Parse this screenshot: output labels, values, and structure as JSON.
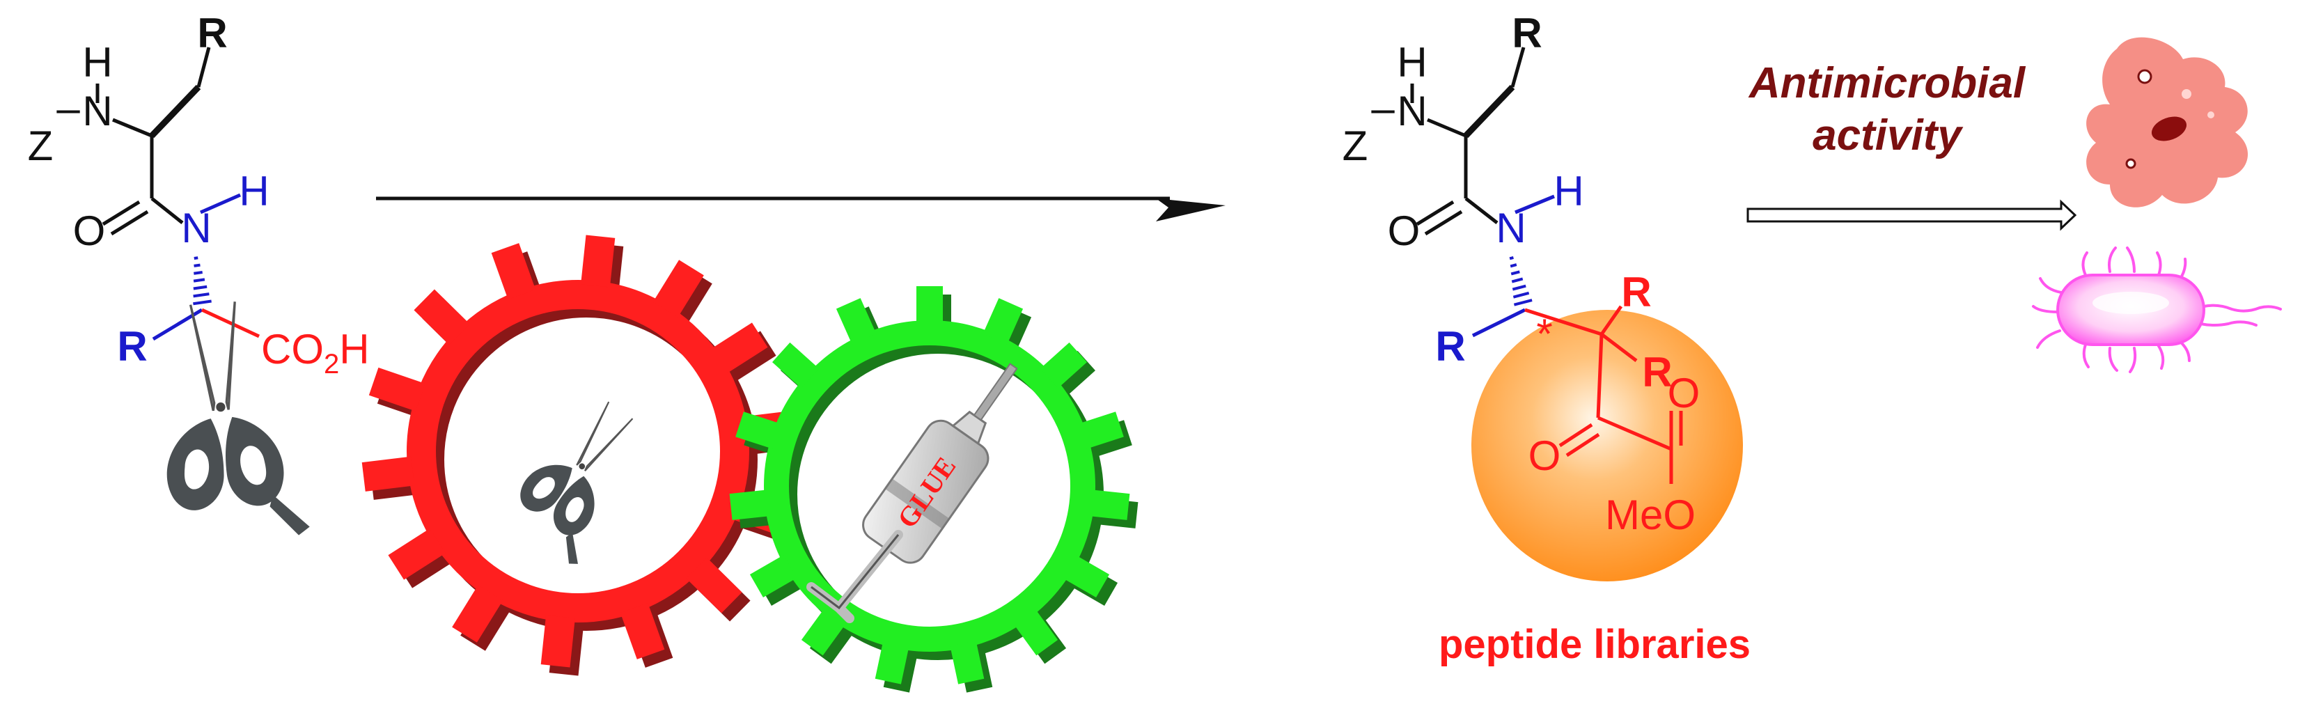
{
  "colors": {
    "black": "#111111",
    "blue": "#1a1acc",
    "red": "#ff1a1a",
    "dark_red": "#7a1010",
    "gear_red": "#ff1f1f",
    "gear_green": "#22ee22",
    "orange": "#ff9a2e",
    "amoeba": "#f58f86",
    "bacterium": "#ff55ee"
  },
  "reactant": {
    "h_top": "H",
    "nh": "N",
    "dash": "–",
    "z": "Z",
    "r_top": "R",
    "o": "O",
    "n_amide": "N",
    "h_amide": "H",
    "r_side": "R",
    "acid": "CO",
    "acid_sub": "2",
    "acid_h": "H"
  },
  "product": {
    "h_top": "H",
    "nh": "N",
    "dash": "–",
    "z": "Z",
    "r_top": "R",
    "o": "O",
    "n_amide": "N",
    "h_amide": "H",
    "r_side": "R",
    "star": "*",
    "r1": "R",
    "r2": "R",
    "o_keto": "O",
    "o_ester": "O",
    "meo": "MeO"
  },
  "labels": {
    "glue": "GLUE",
    "activity_line1": "Antimicrobial",
    "activity_line2": "activity",
    "libraries": "peptide libraries"
  },
  "icons": [
    "scissors-icon",
    "glue-bottle-icon",
    "red-gear-icon",
    "green-gear-icon",
    "amoeba-icon",
    "bacterium-icon"
  ]
}
